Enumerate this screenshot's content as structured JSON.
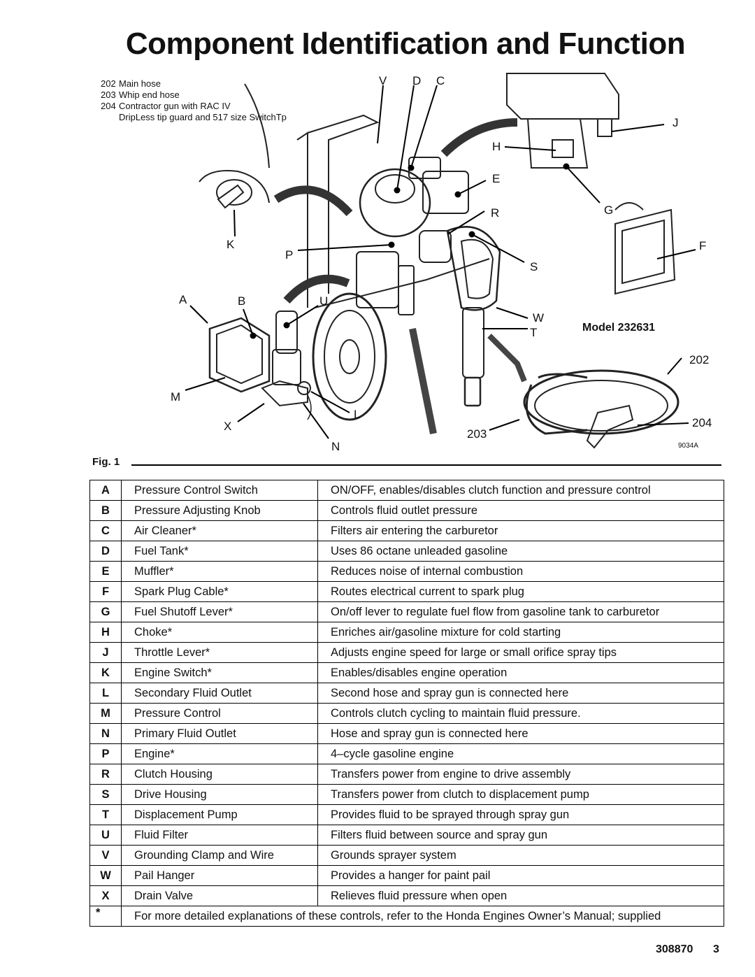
{
  "title": "Component Identification and Function",
  "legend": [
    {
      "num": "202",
      "text": "Main hose"
    },
    {
      "num": "203",
      "text": "Whip end hose"
    },
    {
      "num": "204",
      "text": "Contractor gun with RAC IV"
    },
    {
      "num": "",
      "text": "DripLess tip guard and 517 size SwitchTp"
    }
  ],
  "callouts": {
    "V": "V",
    "D": "D",
    "C": "C",
    "J": "J",
    "H": "H",
    "E": "E",
    "R": "R",
    "G": "G",
    "K": "K",
    "P": "P",
    "F": "F",
    "S": "S",
    "A": "A",
    "B": "B",
    "U": "U",
    "W": "W",
    "T": "T",
    "M": "M",
    "X": "X",
    "L": "L",
    "N": "N",
    "n202": "202",
    "n203": "203",
    "n204": "204"
  },
  "model_label": "Model 232631",
  "figure_id": "9034A",
  "figure_caption": "Fig. 1",
  "components": [
    {
      "letter": "A",
      "name": "Pressure Control Switch",
      "function": "ON/OFF, enables/disables clutch function and pressure control"
    },
    {
      "letter": "B",
      "name": "Pressure Adjusting Knob",
      "function": "Controls fluid outlet pressure"
    },
    {
      "letter": "C",
      "name": "Air Cleaner*",
      "function": "Filters air entering the carburetor"
    },
    {
      "letter": "D",
      "name": "Fuel Tank*",
      "function": "Uses 86 octane unleaded gasoline"
    },
    {
      "letter": "E",
      "name": "Muffler*",
      "function": "Reduces noise of internal combustion"
    },
    {
      "letter": "F",
      "name": "Spark Plug Cable*",
      "function": "Routes electrical current to spark plug"
    },
    {
      "letter": "G",
      "name": "Fuel Shutoff Lever*",
      "function": "On/off lever to regulate fuel flow from gasoline tank to carburetor"
    },
    {
      "letter": "H",
      "name": "Choke*",
      "function": "Enriches air/gasoline mixture for cold starting"
    },
    {
      "letter": "J",
      "name": "Throttle Lever*",
      "function": "Adjusts engine speed for large or small orifice spray tips"
    },
    {
      "letter": "K",
      "name": "Engine Switch*",
      "function": "Enables/disables engine operation"
    },
    {
      "letter": "L",
      "name": "Secondary Fluid Outlet",
      "function": "Second hose and spray gun is connected here"
    },
    {
      "letter": "M",
      "name": "Pressure Control",
      "function": "Controls clutch cycling to maintain fluid pressure."
    },
    {
      "letter": "N",
      "name": "Primary Fluid Outlet",
      "function": "Hose and spray gun is connected here"
    },
    {
      "letter": "P",
      "name": "Engine*",
      "function": "4–cycle gasoline engine"
    },
    {
      "letter": "R",
      "name": "Clutch Housing",
      "function": "Transfers power from engine to drive assembly"
    },
    {
      "letter": "S",
      "name": "Drive Housing",
      "function": "Transfers power from clutch to displacement pump"
    },
    {
      "letter": "T",
      "name": "Displacement Pump",
      "function": "Provides fluid to be sprayed through spray gun"
    },
    {
      "letter": "U",
      "name": "Fluid Filter",
      "function": "Filters fluid between source and spray gun"
    },
    {
      "letter": "V",
      "name": "Grounding Clamp and Wire",
      "function": "Grounds sprayer system"
    },
    {
      "letter": "W",
      "name": "Pail Hanger",
      "function": "Provides a hanger for paint pail"
    },
    {
      "letter": "X",
      "name": "Drain Valve",
      "function": "Relieves fluid pressure when open"
    }
  ],
  "footnote": {
    "symbol": "*",
    "text": "For more detailed explanations of these controls, refer to the Honda Engines Owner’s Manual; supplied"
  },
  "footer": {
    "doc_number": "308870",
    "page_number": "3"
  }
}
